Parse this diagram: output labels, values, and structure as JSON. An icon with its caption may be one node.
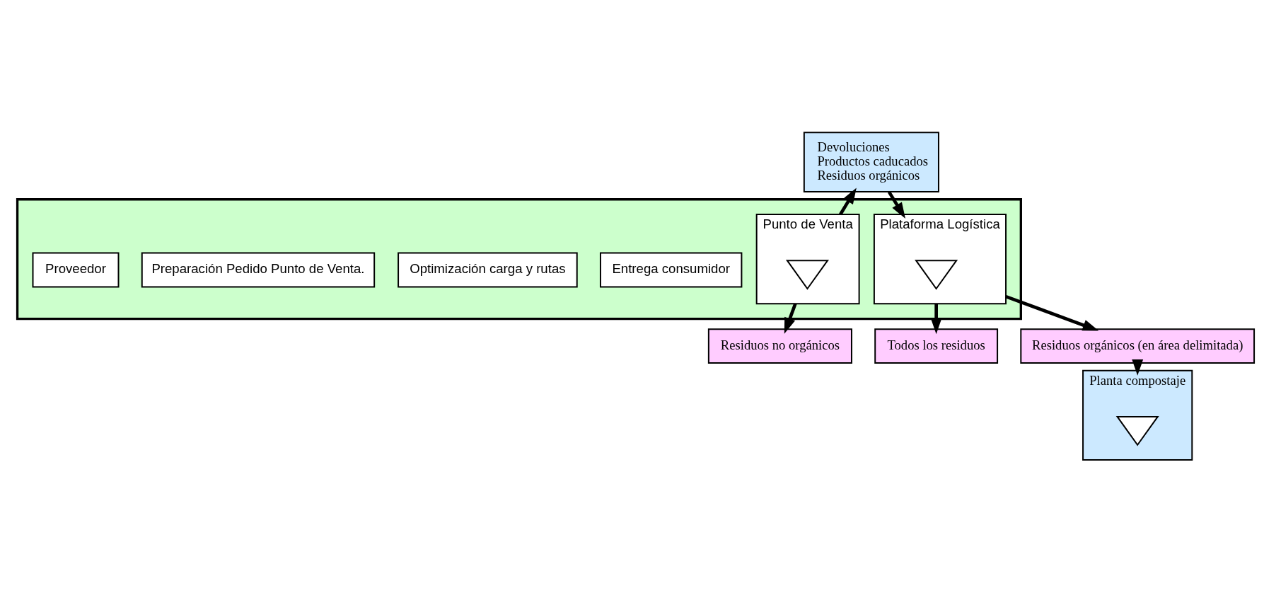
{
  "diagram": {
    "nodes": [
      {
        "text": [
          "Devoluciones",
          "Productos caducados",
          "Residuos orgánicos"
        ]
      },
      {
        "text": [],
        "shape": "arrow"
      },
      {
        "text": [
          "Proveedor"
        ],
        "in": 1
      },
      {
        "text": [
          "Plataforma Logística"
        ],
        "in": 1
      },
      {
        "text": [],
        "shape": "triangle",
        "in": 3
      },
      {
        "text": [
          "Preparación Pedido Punto de Venta."
        ],
        "in": 1
      },
      {
        "text": [
          "Optimización carga y rutas"
        ],
        "in": 1
      },
      {
        "text": [
          "Punto de Venta"
        ],
        "in": 1
      },
      {
        "text": [],
        "shape": "triangle",
        "in": 7
      },
      {
        "text": [
          "Entrega consumidor"
        ],
        "in": 1
      },
      {
        "text": [
          "Todos los residuos"
        ]
      },
      {
        "text": [
          "Residuos orgánicos (en área delimitada)"
        ]
      },
      {
        "text": [
          "Residuos no orgánicos"
        ]
      },
      {
        "text": [
          "Planta compostaje"
        ]
      },
      {
        "text": [],
        "shape": "triangle",
        "in": 13
      }
    ],
    "edges": [
      {
        "from": 0,
        "to": 3,
        "arrow": "to"
      },
      {
        "from": 7,
        "to": 0,
        "arrow": "to"
      },
      {
        "from": 3,
        "to": 10,
        "arrow": "to"
      },
      {
        "from": 3,
        "to": 11,
        "arrow": "to"
      },
      {
        "from": 7,
        "to": 12,
        "arrow": "to"
      },
      {
        "from": 11,
        "to": 13,
        "arrow": "to"
      }
    ]
  }
}
